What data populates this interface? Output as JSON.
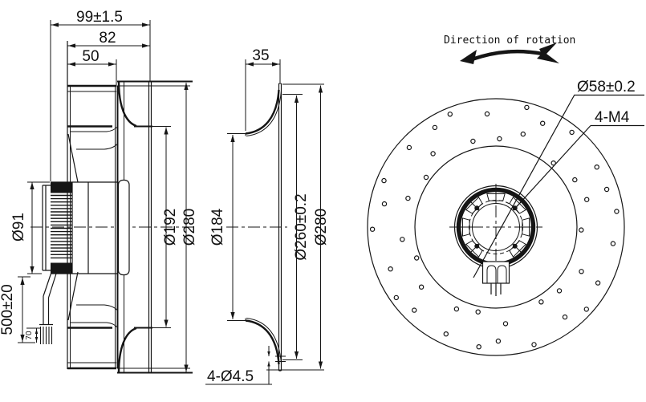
{
  "colors": {
    "line": "#151515",
    "background": "#ffffff"
  },
  "left_view": {
    "dims": {
      "overall_depth": "99±1.5",
      "housing_depth": "82",
      "impeller_depth": "50",
      "motor_diameter": "Ø91",
      "inlet_diameter": "Ø192",
      "outer_diameter": "Ø280",
      "cable_length": "500±20",
      "wire_strip": "70"
    }
  },
  "middle_view": {
    "dims": {
      "inlet_depth": "35",
      "throat_diameter": "Ø184",
      "bolt_circle_diameter": "Ø260±0.2",
      "outer_diameter": "Ø280",
      "mounting_holes": "4-Ø4.5"
    }
  },
  "right_view": {
    "rotation_label": "Direction of rotation",
    "dims": {
      "hub_bolt_circle": "Ø58±0.2",
      "hub_threads": "4-M4"
    }
  }
}
